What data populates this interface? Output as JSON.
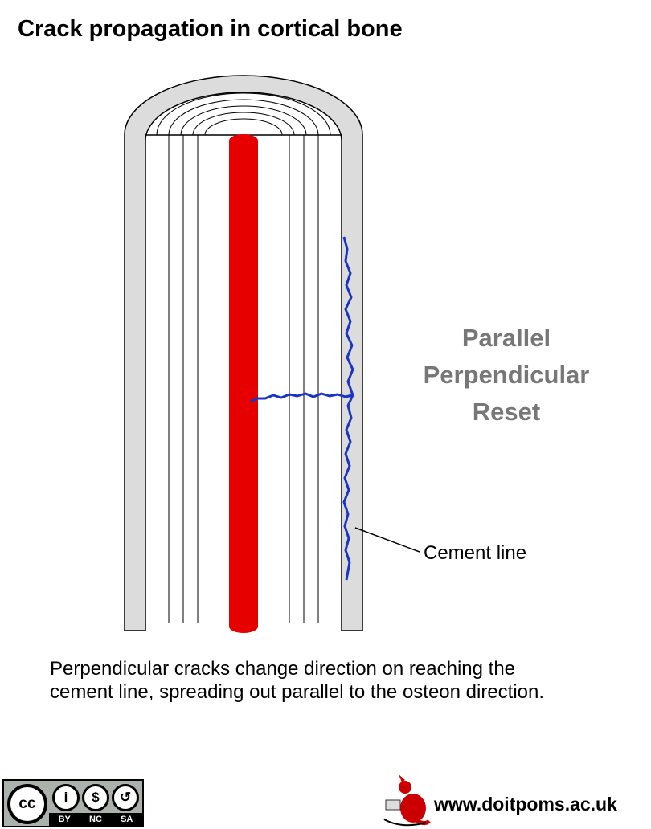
{
  "title": "Crack propagation in cortical bone",
  "modes": [
    "Parallel",
    "Perpendicular",
    "Reset"
  ],
  "labels": {
    "cement_line": "Cement line"
  },
  "caption": "Perpendicular cracks change direction on reaching the cement line, spreading out parallel to the osteon direction.",
  "license": {
    "main": "cc",
    "icons": [
      "i",
      "$",
      "↺"
    ],
    "tags": [
      "BY",
      "NC",
      "SA"
    ]
  },
  "footer": {
    "site": "www.doitpoms.ac.uk"
  },
  "colors": {
    "osteon_canal": "#e60000",
    "crack": "#1a35c4",
    "bone_wall": "#dcdcdc",
    "mode_text": "#777777"
  }
}
